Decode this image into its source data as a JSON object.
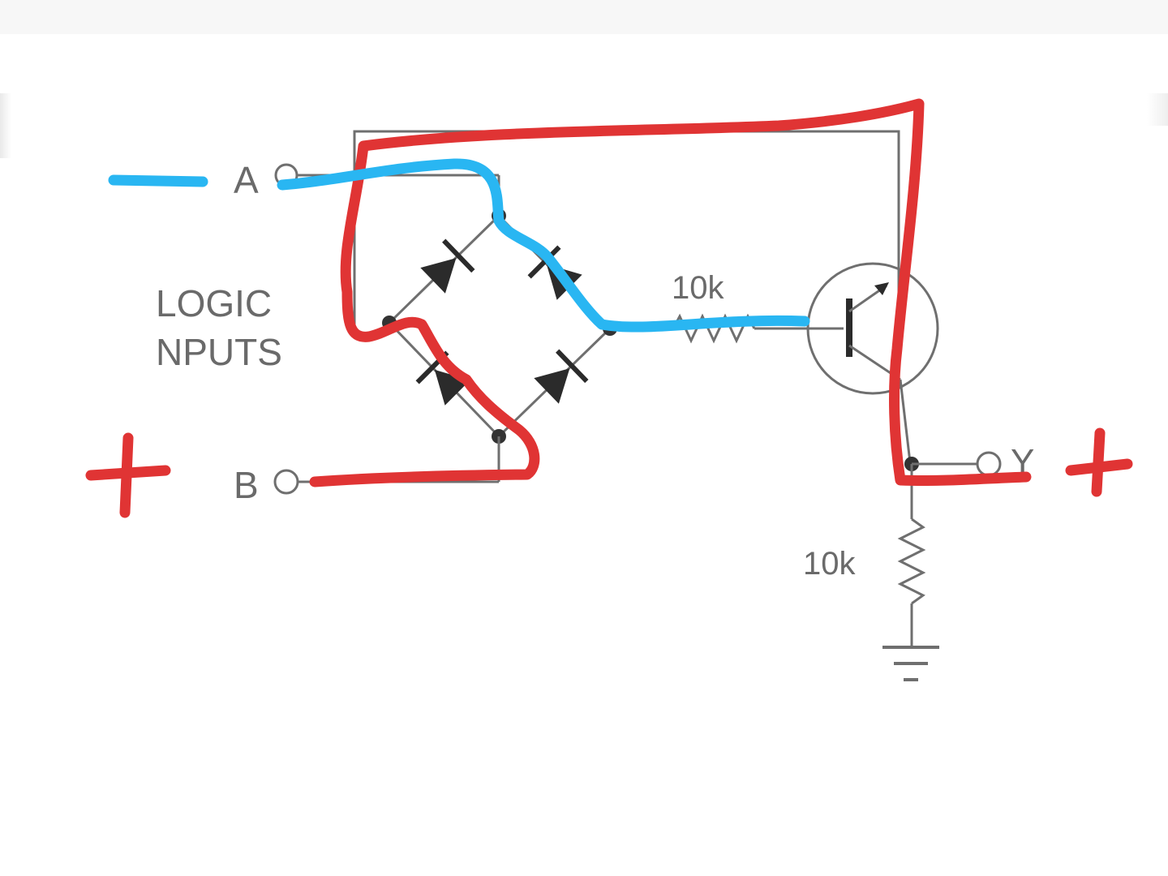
{
  "diagram": {
    "labels": {
      "input_a": "A",
      "input_b": "B",
      "output_y": "Y",
      "logic_line1": "LOGIC",
      "logic_line2": "NPUTS",
      "resistor_series": "10k",
      "resistor_pulldown": "10k"
    },
    "annotations": {
      "minus_mark": "—",
      "plus_left": "+",
      "plus_right": "+"
    },
    "colors": {
      "circuit_ink": "#6f6f6f",
      "label_ink": "#6a6a6a",
      "annotation_red": "#e03434",
      "annotation_blue": "#29b6f2"
    }
  }
}
